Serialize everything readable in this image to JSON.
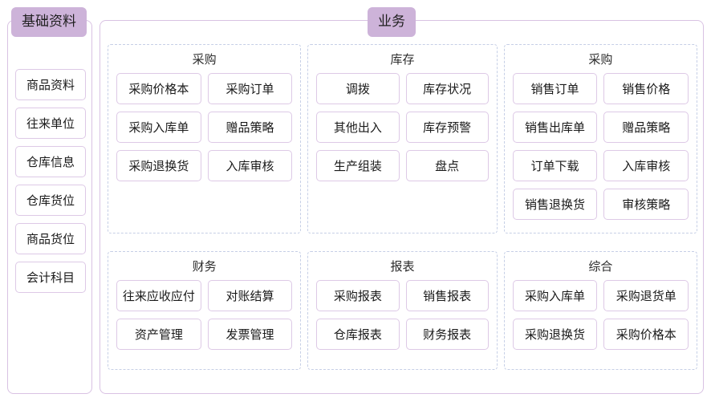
{
  "sidebar": {
    "legend_label": "基础资料",
    "items": [
      {
        "label": "商品资料"
      },
      {
        "label": "往来单位"
      },
      {
        "label": "仓库信息"
      },
      {
        "label": "仓库货位"
      },
      {
        "label": "商品货位"
      },
      {
        "label": "会计科目"
      }
    ]
  },
  "main": {
    "legend_label": "业务",
    "rows": [
      {
        "groups": [
          {
            "title": "采购",
            "tiles": [
              {
                "label": "采购价格本"
              },
              {
                "label": "采购订单"
              },
              {
                "label": "采购入库单"
              },
              {
                "label": "赠品策略"
              },
              {
                "label": "采购退换货"
              },
              {
                "label": "入库审核"
              }
            ]
          },
          {
            "title": "库存",
            "tiles": [
              {
                "label": "调拨"
              },
              {
                "label": "库存状况"
              },
              {
                "label": "其他出入"
              },
              {
                "label": "库存预警"
              },
              {
                "label": "生产组装"
              },
              {
                "label": "盘点"
              }
            ]
          },
          {
            "title": "采购",
            "tiles": [
              {
                "label": "销售订单"
              },
              {
                "label": "销售价格"
              },
              {
                "label": "销售出库单"
              },
              {
                "label": "赠品策略"
              },
              {
                "label": "订单下载"
              },
              {
                "label": "入库审核"
              },
              {
                "label": "销售退换货"
              },
              {
                "label": "审核策略"
              }
            ]
          }
        ]
      },
      {
        "groups": [
          {
            "title": "财务",
            "tiles": [
              {
                "label": "往来应收应付"
              },
              {
                "label": "对账结算"
              },
              {
                "label": "资产管理"
              },
              {
                "label": "发票管理"
              }
            ]
          },
          {
            "title": "报表",
            "tiles": [
              {
                "label": "采购报表"
              },
              {
                "label": "销售报表"
              },
              {
                "label": "仓库报表"
              },
              {
                "label": "财务报表"
              }
            ]
          },
          {
            "title": "综合",
            "tiles": [
              {
                "label": "采购入库单"
              },
              {
                "label": "采购退货单"
              },
              {
                "label": "采购退换货"
              },
              {
                "label": "采购价格本"
              }
            ]
          }
        ]
      }
    ]
  },
  "colors": {
    "legend_background": "#cdb3d9",
    "panel_border": "#d9c2e3",
    "group_border": "#c6cfe6",
    "tile_border": "#ddc9e6",
    "text": "#1a1a1a",
    "background": "#ffffff"
  }
}
